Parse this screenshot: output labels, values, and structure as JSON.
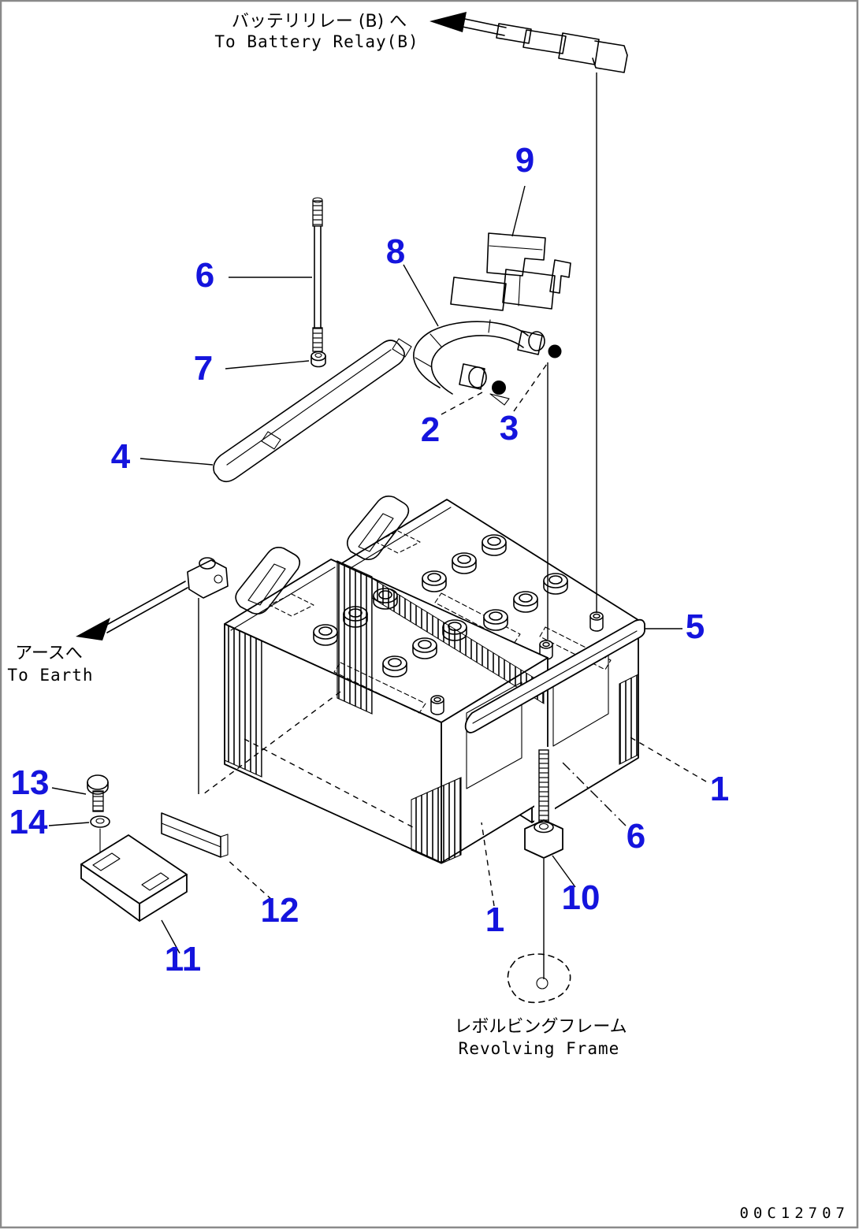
{
  "drawing": {
    "type": "parts-exploded-diagram",
    "subject": "battery mounting assembly",
    "doc_number": "00C12707",
    "colors": {
      "callout_blue": "#1414dd",
      "line_black": "#000000",
      "border_gray": "#8a8a8a",
      "background": "#ffffff"
    }
  },
  "annotations": {
    "battery_relay": {
      "jp": "バッテリリレー (B) へ",
      "en": "To Battery Relay(B)"
    },
    "earth": {
      "jp": "アースへ",
      "en": "To Earth"
    },
    "revolving_frame": {
      "jp": "レボルビングフレーム",
      "en": "Revolving Frame"
    }
  },
  "callouts": [
    {
      "n": "9"
    },
    {
      "n": "6"
    },
    {
      "n": "8"
    },
    {
      "n": "7"
    },
    {
      "n": "2"
    },
    {
      "n": "3"
    },
    {
      "n": "4"
    },
    {
      "n": "5"
    },
    {
      "n": "1"
    },
    {
      "n": "13"
    },
    {
      "n": "14"
    },
    {
      "n": "6"
    },
    {
      "n": "10"
    },
    {
      "n": "1"
    },
    {
      "n": "12"
    },
    {
      "n": "11"
    }
  ]
}
